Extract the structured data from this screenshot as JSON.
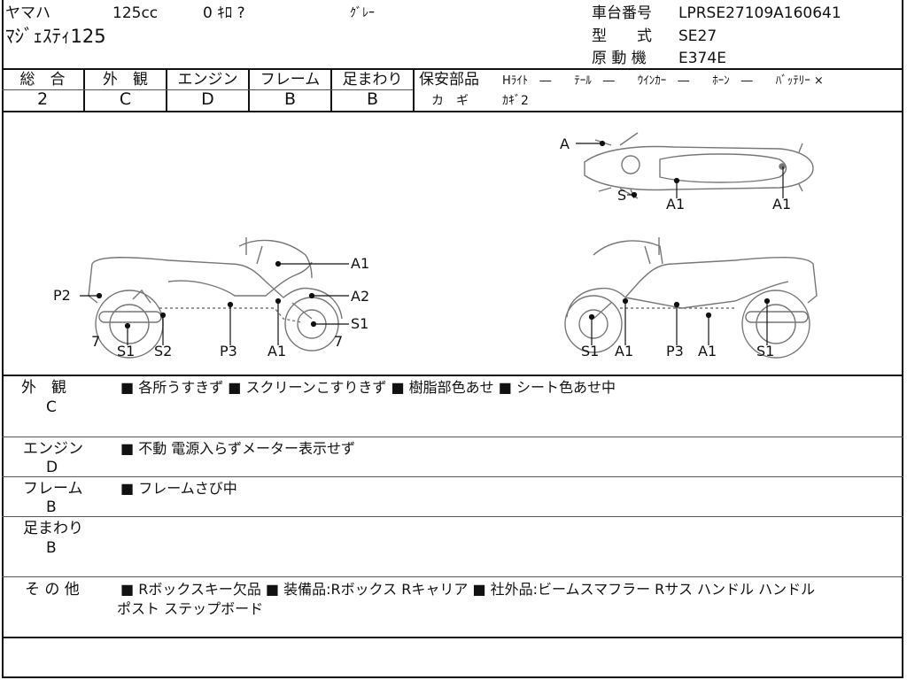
{
  "header": {
    "maker": "ヤマハ",
    "displacement": "125cc",
    "mileage": "0 ｷﾛ ?",
    "color": "ｸﾞﾚｰ",
    "model": "ﾏｼﾞｪｽﾃｨ125",
    "chassis_label": "車台番号",
    "chassis_value": "LPRSE27109A160641",
    "type_label": "型　　式",
    "type_value": "SE27",
    "engine_label": "原 動 機",
    "engine_value": "E374E"
  },
  "grades": [
    {
      "label": "総　合",
      "value": "2"
    },
    {
      "label": "外　観",
      "value": "C"
    },
    {
      "label": "エンジン",
      "value": "D"
    },
    {
      "label": "フレーム",
      "value": "B"
    },
    {
      "label": "足まわり",
      "value": "B"
    }
  ],
  "safety": {
    "title": "保安部品",
    "items": "Hﾗｲﾄ　―　　ﾃｰﾙ　―　　ｳｲﾝｶｰ　―　　ﾎｰﾝ　―　　ﾊﾞｯﾃﾘｰ ×",
    "key_label": "カ　ギ",
    "key_value": "ｶｷﾞ2"
  },
  "diagram_labels": {
    "top_a": "A",
    "top_s": "S",
    "top_a1_left": "A1",
    "top_a1_right": "A1",
    "left_a1": "A1",
    "left_a2": "A2",
    "left_s1": "S1",
    "left_p2": "P2",
    "left_7a": "7",
    "left_7b": "7",
    "left_bottom": [
      "S1",
      "S2",
      "P3",
      "A1"
    ],
    "right_bottom": [
      "S1",
      "A1",
      "P3",
      "A1",
      "S1"
    ]
  },
  "remarks": [
    {
      "label": "外　観",
      "grade": "C",
      "text": "■ 各所うすきず ■ スクリーンこすりきず ■ 樹脂部色あせ ■ シート色あせ中"
    },
    {
      "label": "エンジン",
      "grade": "D",
      "text": "■ 不動 電源入らずメーター表示せず"
    },
    {
      "label": "フレーム",
      "grade": "B",
      "text": "■ フレームさび中"
    },
    {
      "label": "足まわり",
      "grade": "B",
      "text": ""
    },
    {
      "label": "そ の 他",
      "grade": "",
      "text": "■ Rボックスキー欠品 ■ 装備品:Rボックス Rキャリア ■ 社外品:ビームスマフラー Rサス ハンドル ハンドル",
      "text2": "ポスト ステップボード"
    }
  ]
}
